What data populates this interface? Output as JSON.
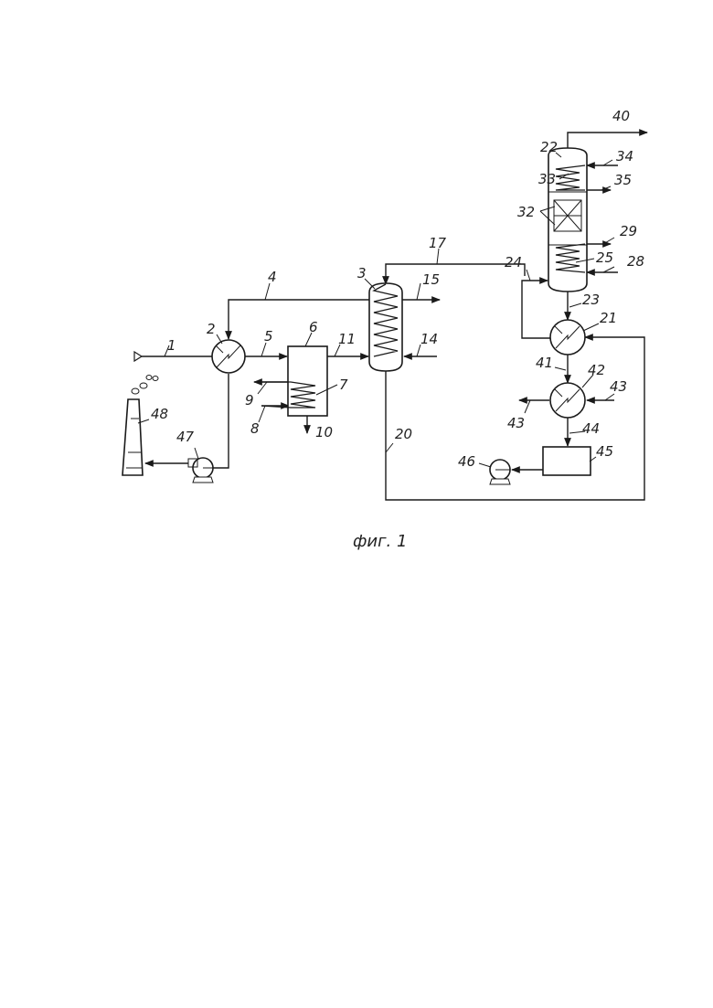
{
  "labels": {
    "l1": "1",
    "l2": "2",
    "l3": "3",
    "l4": "4",
    "l5": "5",
    "l6": "6",
    "l7": "7",
    "l8": "8",
    "l9": "9",
    "l10": "10",
    "l11": "11",
    "l14": "14",
    "l15": "15",
    "l17": "17",
    "l20": "20",
    "l21": "21",
    "l22": "22",
    "l23": "23",
    "l24": "24",
    "l25": "25",
    "l28": "28",
    "l29": "29",
    "l32": "32",
    "l33": "33",
    "l34": "34",
    "l35": "35",
    "l40": "40",
    "l41": "41",
    "l42": "42",
    "l43a": "43",
    "l43b": "43",
    "l44": "44",
    "l45": "45",
    "l46": "46",
    "l47": "47",
    "l48": "48"
  },
  "caption": "фиг.  1",
  "colors": {
    "line": "#1a1a1a",
    "text": "#222222",
    "background": "#ffffff"
  }
}
